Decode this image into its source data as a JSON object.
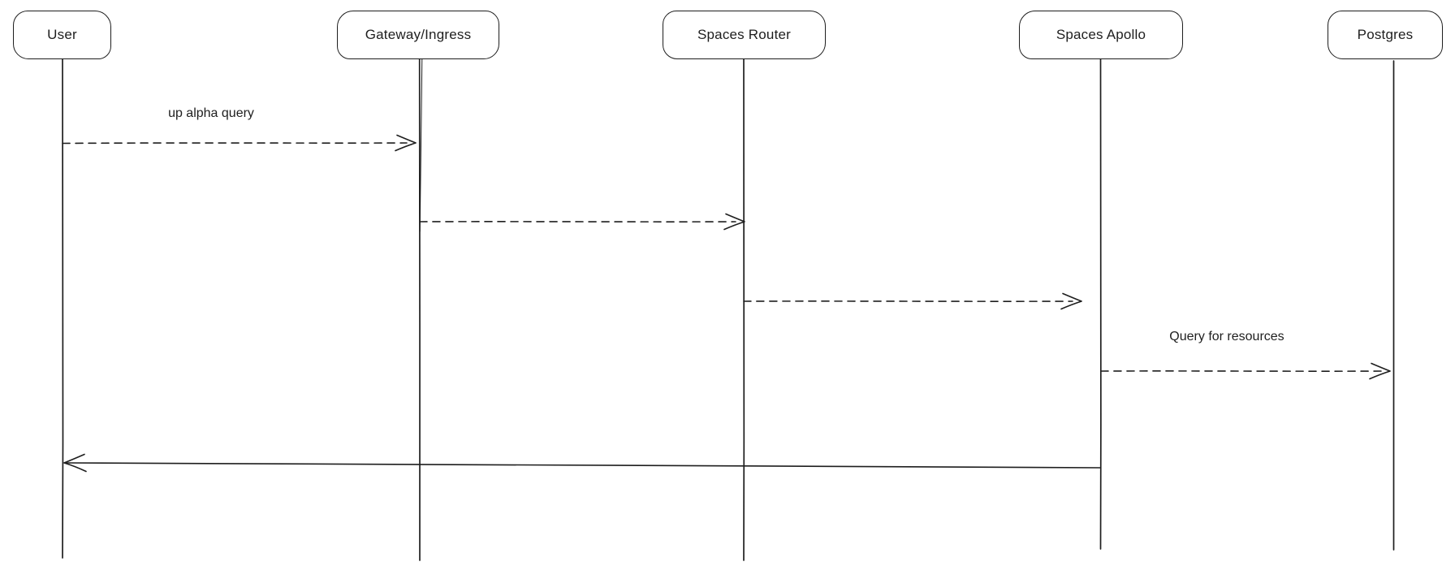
{
  "diagram": {
    "type": "sequence-diagram",
    "style": "hand-drawn",
    "colors": {
      "background": "#ffffff",
      "stroke": "#1e1e1e"
    },
    "actors": [
      {
        "id": "user",
        "label": "User"
      },
      {
        "id": "gateway-ingress",
        "label": "Gateway/Ingress"
      },
      {
        "id": "spaces-router",
        "label": "Spaces Router"
      },
      {
        "id": "spaces-apollo",
        "label": "Spaces Apollo"
      },
      {
        "id": "postgres",
        "label": "Postgres"
      }
    ],
    "messages": [
      {
        "index": 1,
        "from": "User",
        "to": "Gateway/Ingress",
        "label": "up alpha query",
        "line_style": "dashed",
        "direction": "right"
      },
      {
        "index": 2,
        "from": "Gateway/Ingress",
        "to": "Spaces Router",
        "label": "",
        "line_style": "dashed",
        "direction": "right"
      },
      {
        "index": 3,
        "from": "Spaces Router",
        "to": "Spaces Apollo",
        "label": "",
        "line_style": "dashed",
        "direction": "right"
      },
      {
        "index": 4,
        "from": "Spaces Apollo",
        "to": "Postgres",
        "label": "Query for resources",
        "line_style": "dashed",
        "direction": "right"
      },
      {
        "index": 5,
        "from": "Spaces Apollo",
        "to": "User",
        "label": "",
        "line_style": "solid",
        "direction": "left"
      }
    ]
  }
}
